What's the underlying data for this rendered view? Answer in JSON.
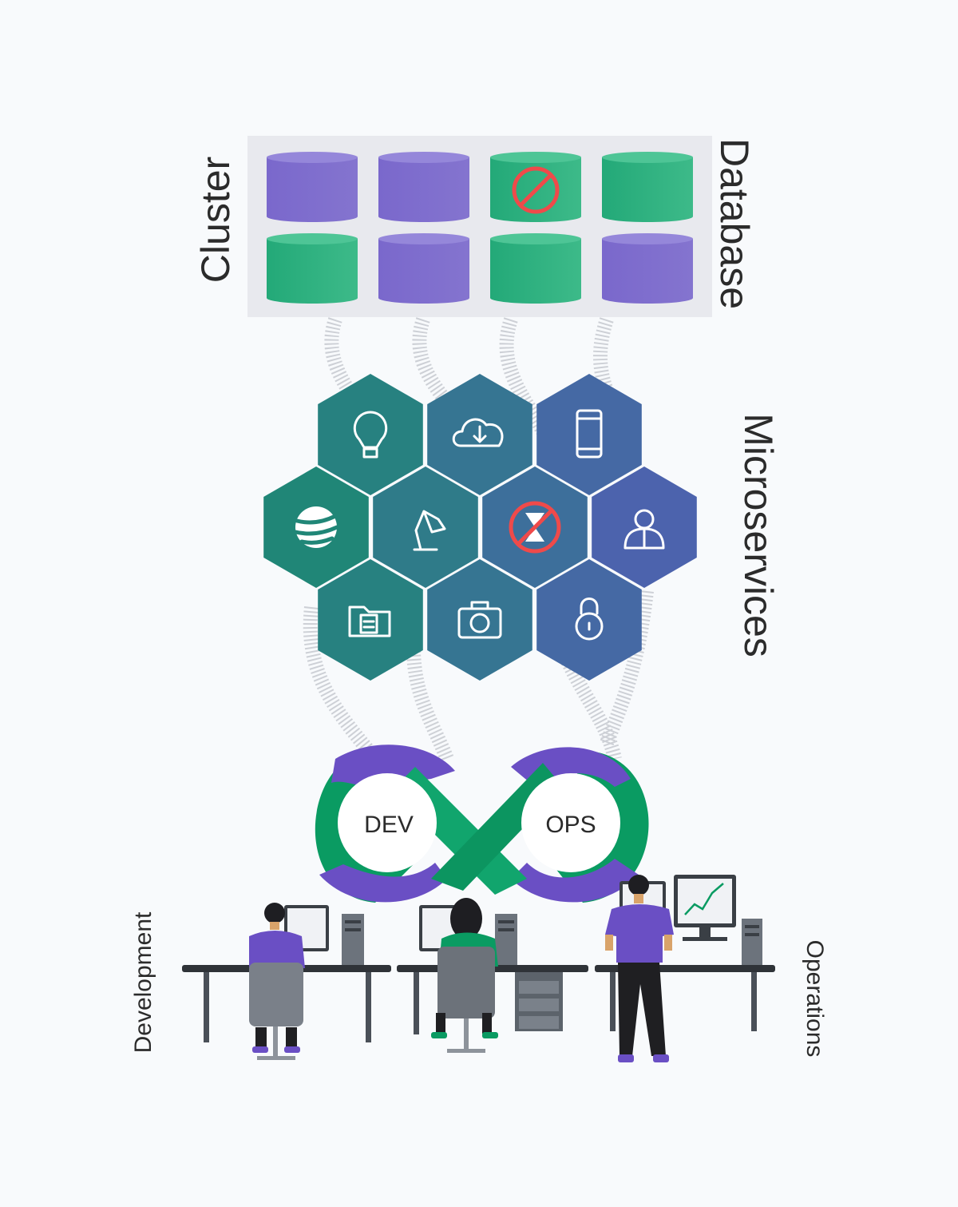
{
  "labels": {
    "cluster": "Cluster",
    "database": "Database",
    "microservices": "Microservices",
    "dev": "DEV",
    "ops": "OPS",
    "development": "Development",
    "operations": "Operations"
  },
  "colors": {
    "background": "#f8fafc",
    "cluster_panel": "#e8e9ee",
    "db_purple": "#7d6dca",
    "db_green": "#2fb37f",
    "hex_teal": "#1f8776",
    "hex_blue": "#3f5ea0",
    "loop_green": "#0a9b62",
    "loop_purple": "#6a4fc4",
    "blocked_red": "#ef4a4a"
  },
  "database_rows": [
    [
      "purple",
      "purple",
      "green-blocked",
      "green"
    ],
    [
      "green",
      "purple",
      "green",
      "purple"
    ]
  ],
  "microservice_icons": [
    [
      "lightbulb-icon",
      "cloud-download-icon",
      "smartphone-icon"
    ],
    [
      "globe-icon",
      "desk-lamp-icon",
      "hourglass-blocked-icon",
      "user-icon"
    ],
    [
      "folder-document-icon",
      "camera-icon",
      "padlock-icon"
    ]
  ]
}
